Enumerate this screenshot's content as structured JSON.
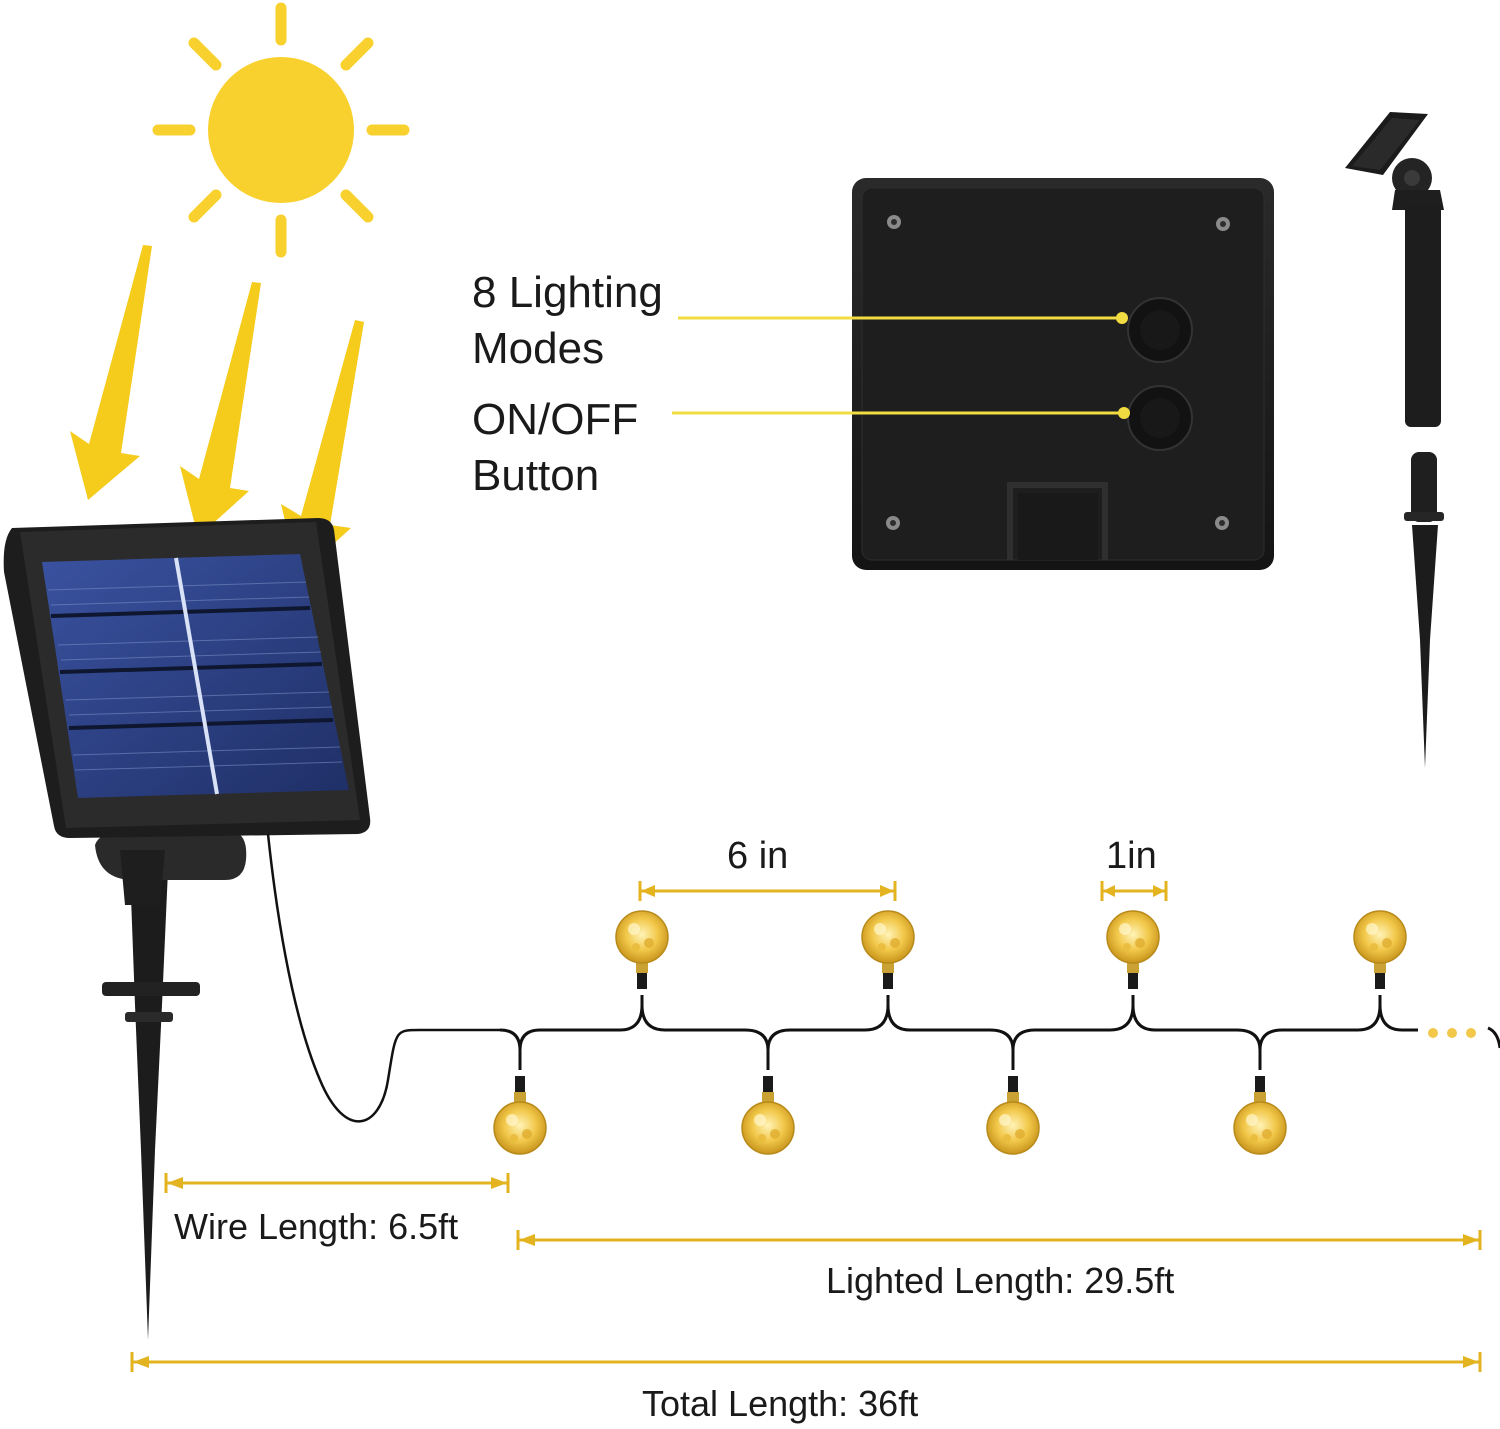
{
  "colors": {
    "sun": "#f9d12f",
    "arrow": "#f5cb1c",
    "dimension_line": "#e3b320",
    "callout_line": "#f1dc41",
    "housing": "#1b1b1b",
    "panel_cell": "#2c3f7e",
    "bulb": "#f2c84a",
    "wire": "#111111"
  },
  "callouts": {
    "modes_line1": "8 Lighting",
    "modes_line2": "Modes",
    "power_line1": "ON/OFF",
    "power_line2": "Button"
  },
  "dimensions": {
    "bulb_spacing": "6 in",
    "bulb_size": "1in",
    "wire_length": "Wire Length: 6.5ft",
    "lighted_length": "Lighted Length: 29.5ft",
    "total_length": "Total Length: 36ft"
  },
  "icons": [
    "sun-icon",
    "sunlight-arrow-icon",
    "solar-panel",
    "control-box",
    "ground-stake",
    "globe-bulb-icon",
    "continuation-dots"
  ]
}
